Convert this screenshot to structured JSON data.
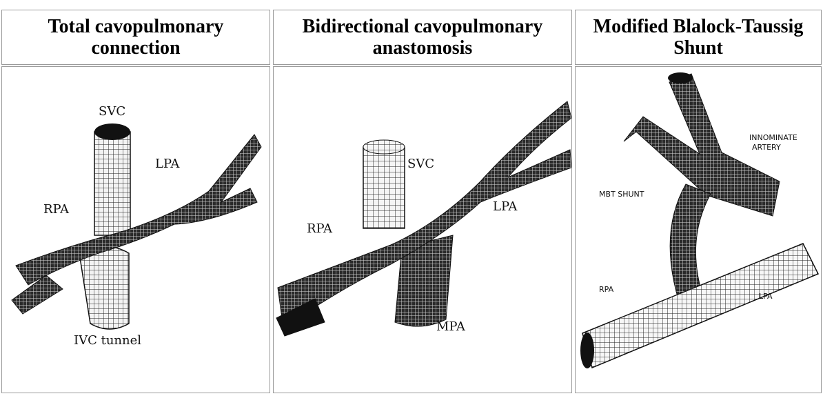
{
  "table": {
    "headers": [
      "Total cavopulmonary connection",
      "Bidirectional cavopulmonary anastomosis",
      "Modified Blalock-Taussig Shunt"
    ],
    "panels": [
      {
        "labels": {
          "svc": "SVC",
          "lpa": "LPA",
          "rpa": "RPA",
          "ivc": "IVC tunnel"
        }
      },
      {
        "labels": {
          "svc": "SVC",
          "rpa": "RPA",
          "lpa": "LPA",
          "mpa": "MPA"
        }
      },
      {
        "labels": {
          "innominate_1": "INNOMINATE",
          "innominate_2": "ARTERY",
          "mbt": "MBT SHUNT",
          "rpa": "RPA",
          "lpa": "LPA"
        }
      }
    ]
  }
}
